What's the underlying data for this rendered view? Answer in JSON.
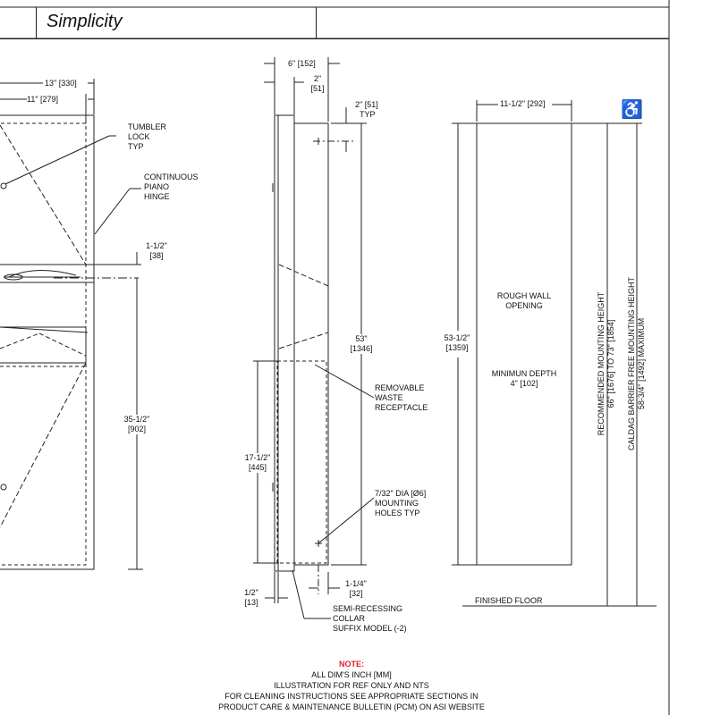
{
  "title_block": {
    "brand": "Simplicity"
  },
  "front_view": {
    "dim_width_outer": "13\" [330]",
    "dim_width_inner": "11\" [279]",
    "tumbler_lock": [
      "TUMBLER",
      "LOCK",
      "TYP"
    ],
    "piano_hinge": [
      "CONTINUOUS",
      "PIANO",
      "HINGE"
    ],
    "dim_dispenser_offset": [
      "1-1/2\"",
      "[38]"
    ],
    "dim_height_to_floor": [
      "35-1/2\"",
      "[902]"
    ]
  },
  "side_view": {
    "dim_depth_total": "6\" [152]",
    "dim_recess": [
      "2\"",
      "[51]"
    ],
    "dim_top_offset": [
      "2\" [51]",
      "TYP"
    ],
    "dim_overall_height": [
      "53\"",
      "[1346]"
    ],
    "removable_waste": [
      "REMOVABLE",
      "WASTE",
      "RECEPTACLE"
    ],
    "dim_receptacle_height": [
      "17-1/2\"",
      "[445]"
    ],
    "mounting_holes": [
      "7/32\" DIA [Ø6]",
      "MOUNTING",
      "HOLES TYP"
    ],
    "dim_collar": [
      "1/2\"",
      "[13]"
    ],
    "dim_bottom_offset": [
      "1-1/4\"",
      "[32]"
    ],
    "semi_recessing": [
      "SEMI-RECESSING",
      "COLLAR",
      "SUFFIX MODEL (-2)"
    ]
  },
  "wall_opening": {
    "dim_width": "11-1/2\" [292]",
    "dim_height": [
      "53-1/2\"",
      "[1359]"
    ],
    "rough_wall": [
      "ROUGH WALL",
      "OPENING"
    ],
    "min_depth": [
      "MINIMUN DEPTH",
      "4\" [102]"
    ],
    "recommended_height": [
      "RECOMMENDED MOUNTING HEIGHT",
      "66\" [1676] TO 73\" [1854]"
    ],
    "caldag_height": [
      "CALDAG BARRIER FREE MOUNTING HEIGHT",
      "58-3/4\" [1492] MAXIMUM"
    ],
    "finished_floor": "FINISHED FLOOR",
    "accessibility_icon": "wheelchair-icon"
  },
  "notes": {
    "title": "NOTE:",
    "lines": [
      "ALL DIM'S INCH [MM]",
      "ILLUSTRATION FOR REF ONLY AND NTS",
      "FOR CLEANING INSTRUCTIONS SEE APPROPRIATE SECTIONS IN",
      "PRODUCT CARE & MAINTENANCE BULLETIN (PCM) ON ASI WEBSITE"
    ],
    "note_color": "#e0222c"
  }
}
